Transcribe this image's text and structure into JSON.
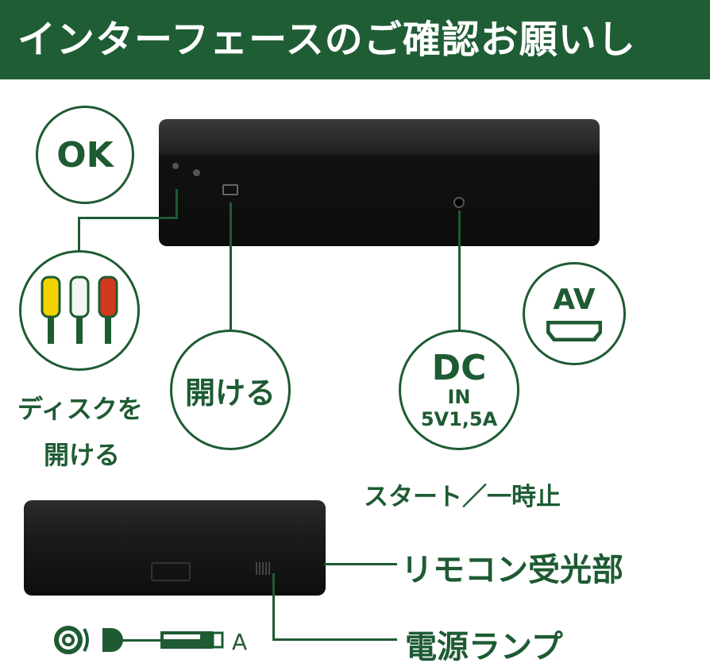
{
  "header": {
    "title": "インターフェースのご確認お願いし"
  },
  "labels": {
    "ok": "OK",
    "eject_label_line1": "ディスクを",
    "eject_label_line2": "開ける",
    "open": "開ける",
    "dc": "DC",
    "dc_in": "IN",
    "dc_rating": "5V1,5A",
    "av": "AV",
    "start_pause": "スタート／一時止",
    "remote_receiver": "リモコン受光部",
    "power_lamp": "電源ランプ",
    "power_plug_letter": "A"
  },
  "colors": {
    "brand_green": "#1f5d35",
    "rca_yellow": "#f2d300",
    "rca_white": "#f4f4f4",
    "rca_red": "#d2381c"
  }
}
